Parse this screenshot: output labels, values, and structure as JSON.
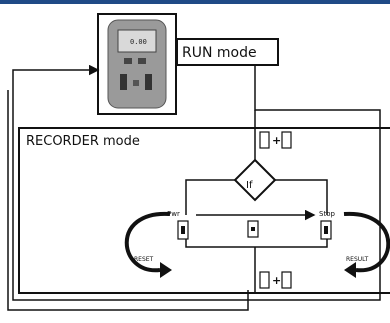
{
  "modes": {
    "run": "RUN mode",
    "recorder": "RECORDER mode"
  },
  "decision": "If",
  "nodes": {
    "left": "Pwr",
    "right": "Stop"
  },
  "loops": {
    "left": "RESET",
    "right": "RESULT"
  },
  "device_screen": "0.00"
}
